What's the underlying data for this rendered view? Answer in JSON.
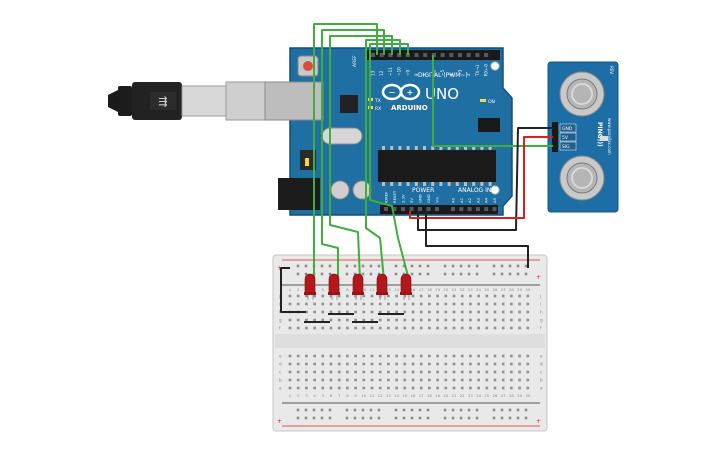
{
  "board": {
    "left_label": "AREF",
    "pin_labels": [
      "13",
      "12",
      "~11",
      "~10",
      "~9",
      "8",
      "7",
      "~6",
      "~5",
      "4",
      "~3",
      "2",
      "TX→1",
      "RX←0"
    ],
    "digital_label": "DIGITAL (PWM~)",
    "brand": "ARDUINO",
    "model": "UNO",
    "tx_label": "TX",
    "rx_label": "RX",
    "on_label": "ON",
    "power_label": "POWER",
    "analog_label": "ANALOG IN",
    "power_pins": [
      "IOREF",
      "RESET",
      "3.3V",
      "5V",
      "GND",
      "GND",
      "Vin"
    ],
    "analog_pins": [
      "A0",
      "A1",
      "A2",
      "A3",
      "A4",
      "A5"
    ]
  },
  "sensor": {
    "name": "PING)))",
    "pins": [
      "GND",
      "5V",
      "SIG"
    ],
    "rev": "REV",
    "site": "www.parallax.com"
  },
  "breadboard": {
    "row_labels_top": [
      "j",
      "i",
      "h",
      "g",
      "f"
    ],
    "row_labels_bottom": [
      "e",
      "d",
      "c",
      "b",
      "a"
    ],
    "columns": [
      "1",
      "2",
      "3",
      "4",
      "5",
      "6",
      "7",
      "8",
      "9",
      "10",
      "11",
      "12",
      "13",
      "14",
      "15",
      "16",
      "17",
      "18",
      "19",
      "20",
      "21",
      "22",
      "23",
      "24",
      "25",
      "26",
      "27",
      "28",
      "29",
      "30"
    ],
    "rail_plus": "+",
    "rail_minus": "−"
  },
  "colors": {
    "board": "#1f6fa3",
    "board_dark": "#185a86",
    "wire_green": "#3fae3f",
    "wire_black": "#222222",
    "wire_red": "#d92020",
    "led": "#b3161b",
    "sensor_board": "#1c6ea5"
  }
}
